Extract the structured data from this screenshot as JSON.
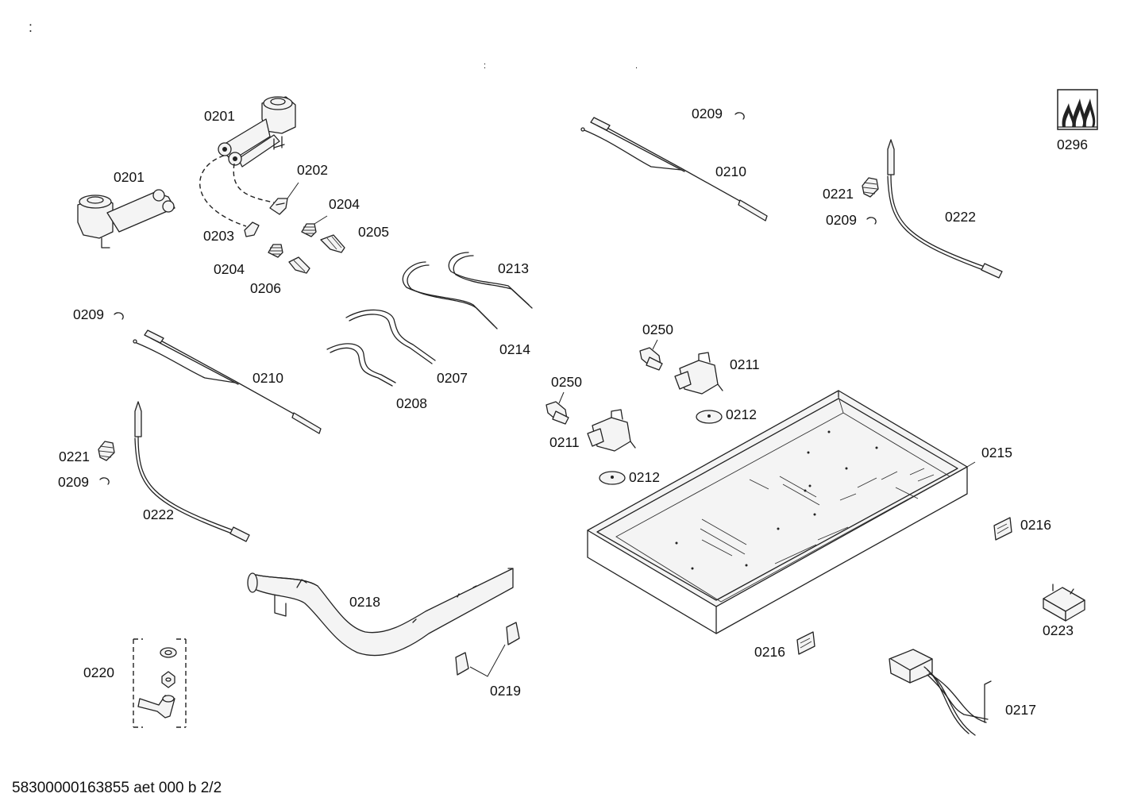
{
  "diagram": {
    "labels": {
      "l0201a": "0201",
      "l0201b": "0201",
      "l0202": "0202",
      "l0203": "0203",
      "l0204a": "0204",
      "l0204b": "0204",
      "l0205": "0205",
      "l0206": "0206",
      "l0207": "0207",
      "l0208": "0208",
      "l0209a": "0209",
      "l0209b": "0209",
      "l0209c": "0209",
      "l0209d": "0209",
      "l0210a": "0210",
      "l0210b": "0210",
      "l0211a": "0211",
      "l0211b": "0211",
      "l0212a": "0212",
      "l0212b": "0212",
      "l0213": "0213",
      "l0214": "0214",
      "l0215": "0215",
      "l0216a": "0216",
      "l0216b": "0216",
      "l0217": "0217",
      "l0218": "0218",
      "l0219": "0219",
      "l0220": "0220",
      "l0221a": "0221",
      "l0221b": "0221",
      "l0222a": "0222",
      "l0222b": "0222",
      "l0223": "0223",
      "l0250a": "0250",
      "l0250b": "0250",
      "l0296": "0296"
    },
    "footer": "58300000163855 aet 000 b 2/2",
    "marks": {
      "corner": ":",
      "mid_a": ":",
      "mid_b": "."
    }
  }
}
